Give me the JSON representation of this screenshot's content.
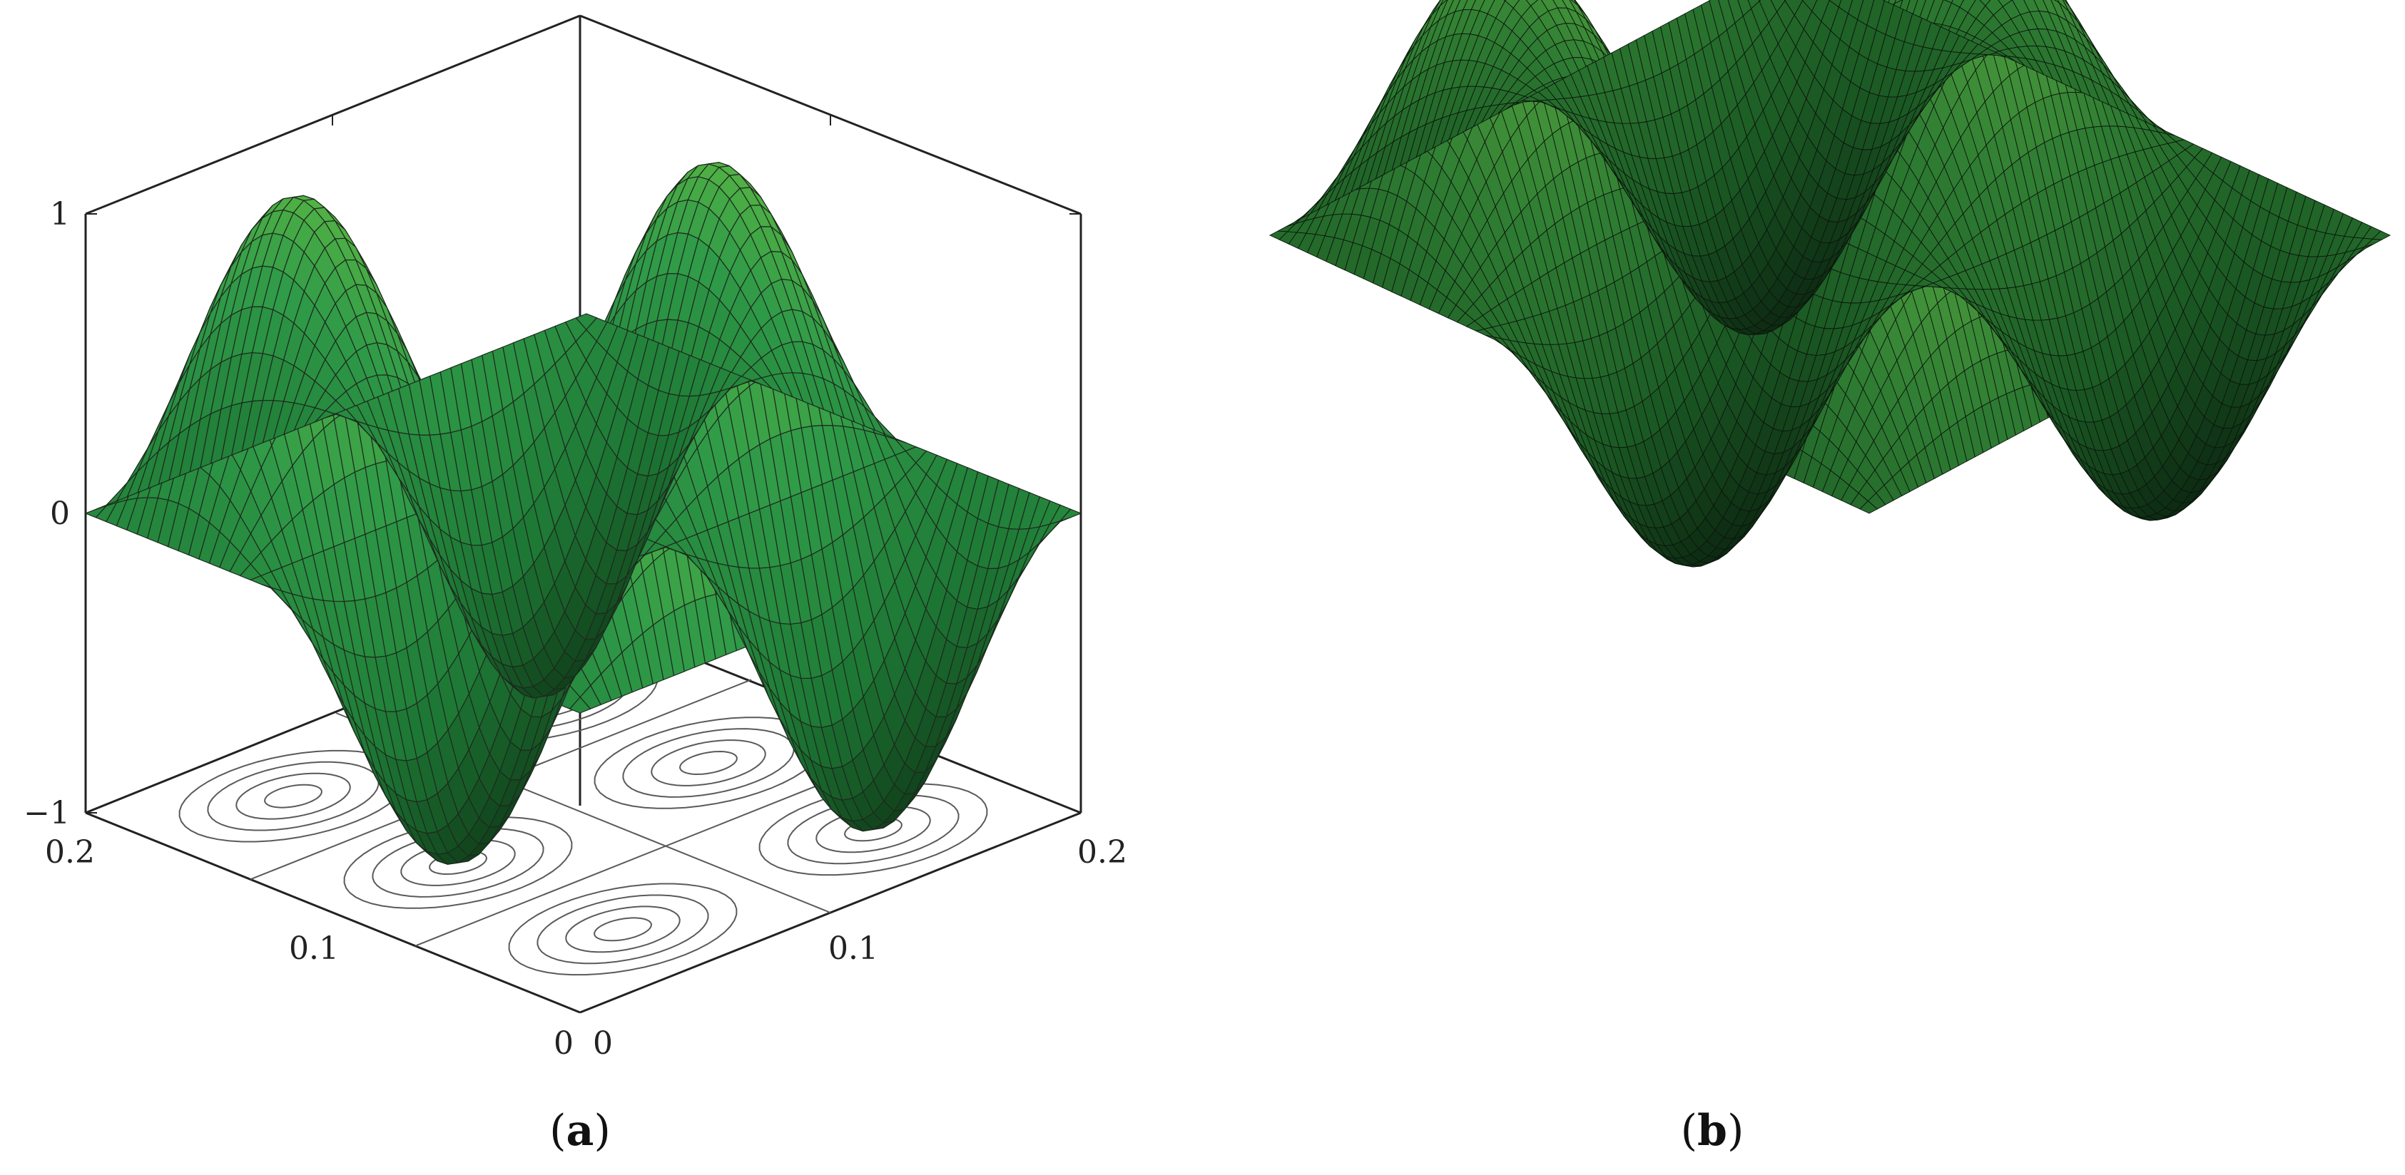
{
  "chart_data": [
    {
      "type": "surface",
      "panel_label": "a",
      "z_tick_labels": [
        "1",
        "0",
        "−1"
      ],
      "zlim": [
        -1,
        1
      ],
      "x_tick_labels": [
        "0.2",
        "0.1",
        "0"
      ],
      "y_tick_labels": [
        "0",
        "0.1",
        "0.2"
      ],
      "xlim": [
        0,
        0.2
      ],
      "ylim": [
        0,
        0.2
      ],
      "box": true,
      "contours_on_base": true,
      "colormap": [
        "#0f3a18",
        "#1e7a36",
        "#2f9a48",
        "#5bb844"
      ],
      "function_shape": "sin(kπx)·sin(mπy) egg-carton, 3×2 lobes"
    },
    {
      "type": "surface",
      "panel_label": "b",
      "axes": false,
      "colormap": [
        "#0b2410",
        "#1b5a24",
        "#2f7d33",
        "#57a840"
      ],
      "function_shape": "same surface, axes hidden, dense mesh"
    }
  ],
  "captions": {
    "a_open": "(",
    "a_letter": "a",
    "a_close": ")",
    "b_open": "(",
    "b_letter": "b",
    "b_close": ")"
  }
}
